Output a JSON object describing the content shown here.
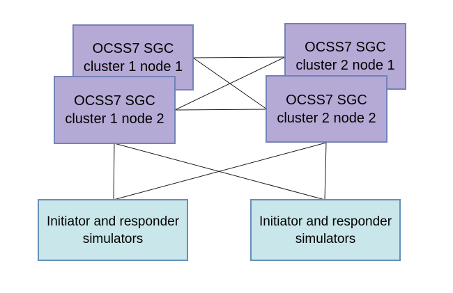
{
  "diagram": {
    "background_color": "#ffffff",
    "connector_color": "#1b1b1b",
    "sgc_fill_color": "#b5a9d5",
    "sgc_border_color": "#7283ba",
    "simulator_fill_color": "#c9e6ea",
    "simulator_border_color": "#6390b9",
    "nodes": [
      {
        "id": "sgc-cluster1-node1",
        "label": "OCSS7 SGC\ncluster 1 node 1"
      },
      {
        "id": "sgc-cluster1-node2",
        "label": "OCSS7 SGC\ncluster 1 node 2"
      },
      {
        "id": "sgc-cluster2-node1",
        "label": "OCSS7 SGC\ncluster 2 node 1"
      },
      {
        "id": "sgc-cluster2-node2",
        "label": "OCSS7 SGC\ncluster 2 node 2"
      },
      {
        "id": "simulators-left",
        "label": "Initiator and responder\nsimulators"
      },
      {
        "id": "simulators-right",
        "label": "Initiator and responder\nsimulators"
      }
    ],
    "edges": [
      {
        "from": "sgc-cluster1-node1",
        "to": "sgc-cluster2-node1"
      },
      {
        "from": "sgc-cluster1-node2",
        "to": "sgc-cluster2-node2"
      },
      {
        "from": "sgc-cluster1-node1",
        "to": "sgc-cluster2-node2"
      },
      {
        "from": "sgc-cluster1-node2",
        "to": "sgc-cluster2-node1"
      },
      {
        "from": "sgc-cluster1-node2",
        "to": "simulators-left"
      },
      {
        "from": "sgc-cluster1-node2",
        "to": "simulators-right"
      },
      {
        "from": "sgc-cluster2-node2",
        "to": "simulators-left"
      },
      {
        "from": "sgc-cluster2-node2",
        "to": "simulators-right"
      }
    ]
  }
}
